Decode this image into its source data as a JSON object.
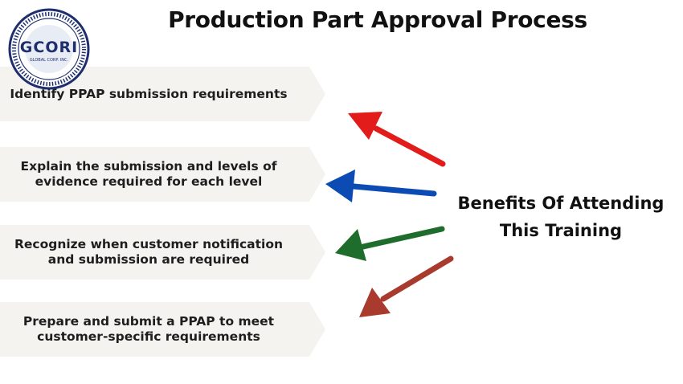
{
  "title": "Production Part Approval Process",
  "logo": {
    "name": "GCORI",
    "sub": "GLOBAL CORP. INC."
  },
  "benefits": [
    {
      "text": "Identify PPAP submission requirements"
    },
    {
      "text": "Explain the submission and levels of evidence required for each level"
    },
    {
      "text": "Recognize when customer notification and submission are required"
    },
    {
      "text": "Prepare and submit a PPAP to meet customer-specific requirements"
    }
  ],
  "callout": {
    "line1": "Benefits Of Attending",
    "line2": "This Training"
  },
  "colors": {
    "banner": "#f5f3ef",
    "arrow_red": "#e21b1b",
    "arrow_blue": "#0b4bb3",
    "arrow_green": "#1e6d2c",
    "arrow_brown": "#a83a2e",
    "logo_ring": "#1f2f6e"
  }
}
